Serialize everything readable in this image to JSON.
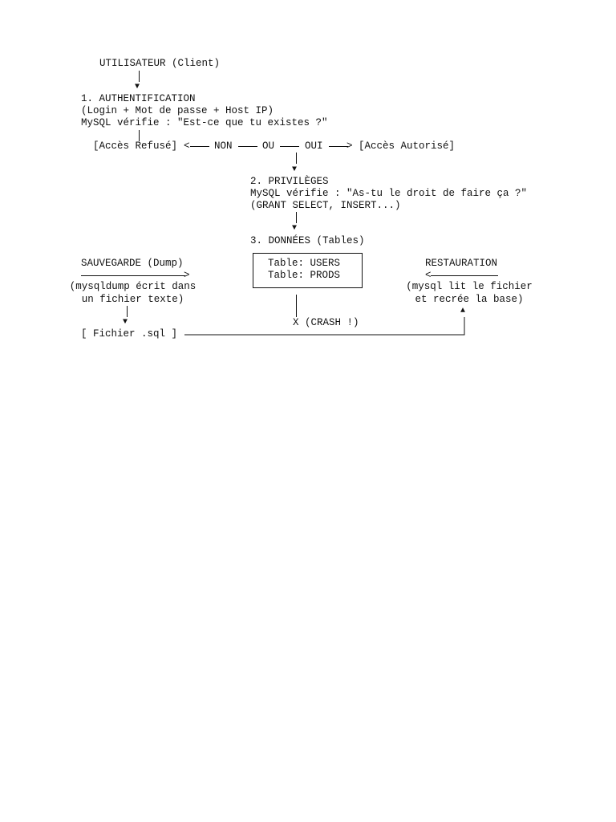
{
  "user": {
    "label": "UTILISATEUR (Client)"
  },
  "auth": {
    "title": "1. AUTHENTIFICATION",
    "line1": "(Login + Mot de passe + Host IP)",
    "line2": "MySQL vérifie : \"Est-ce que tu existes ?\""
  },
  "decision": {
    "refused": "[Accès Refusé]",
    "no": "NON",
    "or": "OU",
    "yes": "OUI",
    "authorized": "[Accès Autorisé]"
  },
  "privileges": {
    "title": "2. PRIVILÈGES",
    "line1": "MySQL vérifie : \"As-tu le droit de faire ça ?\"",
    "line2": "(GRANT SELECT, INSERT...)"
  },
  "data": {
    "title": "3. DONNÉES (Tables)",
    "tables": [
      "Table: USERS",
      "Table: PRODS"
    ],
    "crash": "X (CRASH !)"
  },
  "backup": {
    "title": "SAUVEGARDE (Dump)",
    "line1": "(mysqldump écrit dans",
    "line2": "un fichier texte)"
  },
  "restore": {
    "title": "RESTAURATION",
    "line1": "(mysql lit le fichier",
    "line2": "et recrée la base)"
  },
  "file": {
    "label": "[ Fichier .sql ]"
  }
}
